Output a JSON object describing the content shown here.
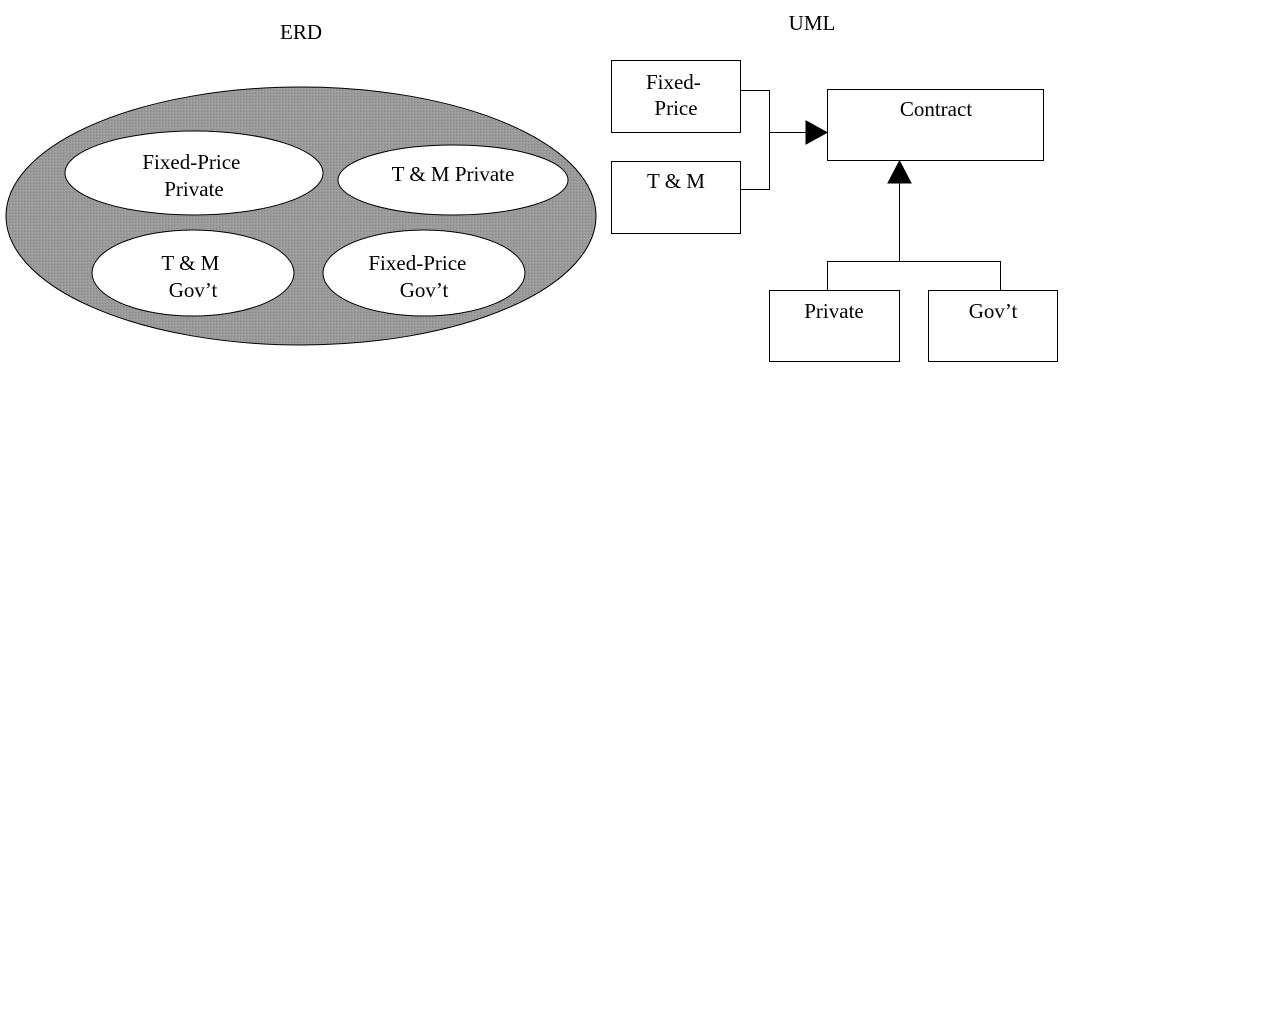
{
  "erd": {
    "title": "ERD",
    "subsets": {
      "fixed_price_private": [
        "Fixed-Price",
        "Private"
      ],
      "tm_private": [
        "T & M Private"
      ],
      "tm_govt": [
        "T & M",
        "Gov’t"
      ],
      "fixed_price_govt": [
        "Fixed-Price",
        "Gov’t"
      ]
    }
  },
  "uml": {
    "title": "UML",
    "classes": {
      "fixed_price": [
        "Fixed-",
        "Price"
      ],
      "tm": [
        "T & M"
      ],
      "contract": [
        "Contract"
      ],
      "private": [
        "Private"
      ],
      "govt": [
        "Gov’t"
      ]
    }
  },
  "colors": {
    "supertype_fill": "#9a9a9a",
    "subtype_fill": "#ffffff",
    "line": "#000000",
    "background": "#ffffff"
  }
}
